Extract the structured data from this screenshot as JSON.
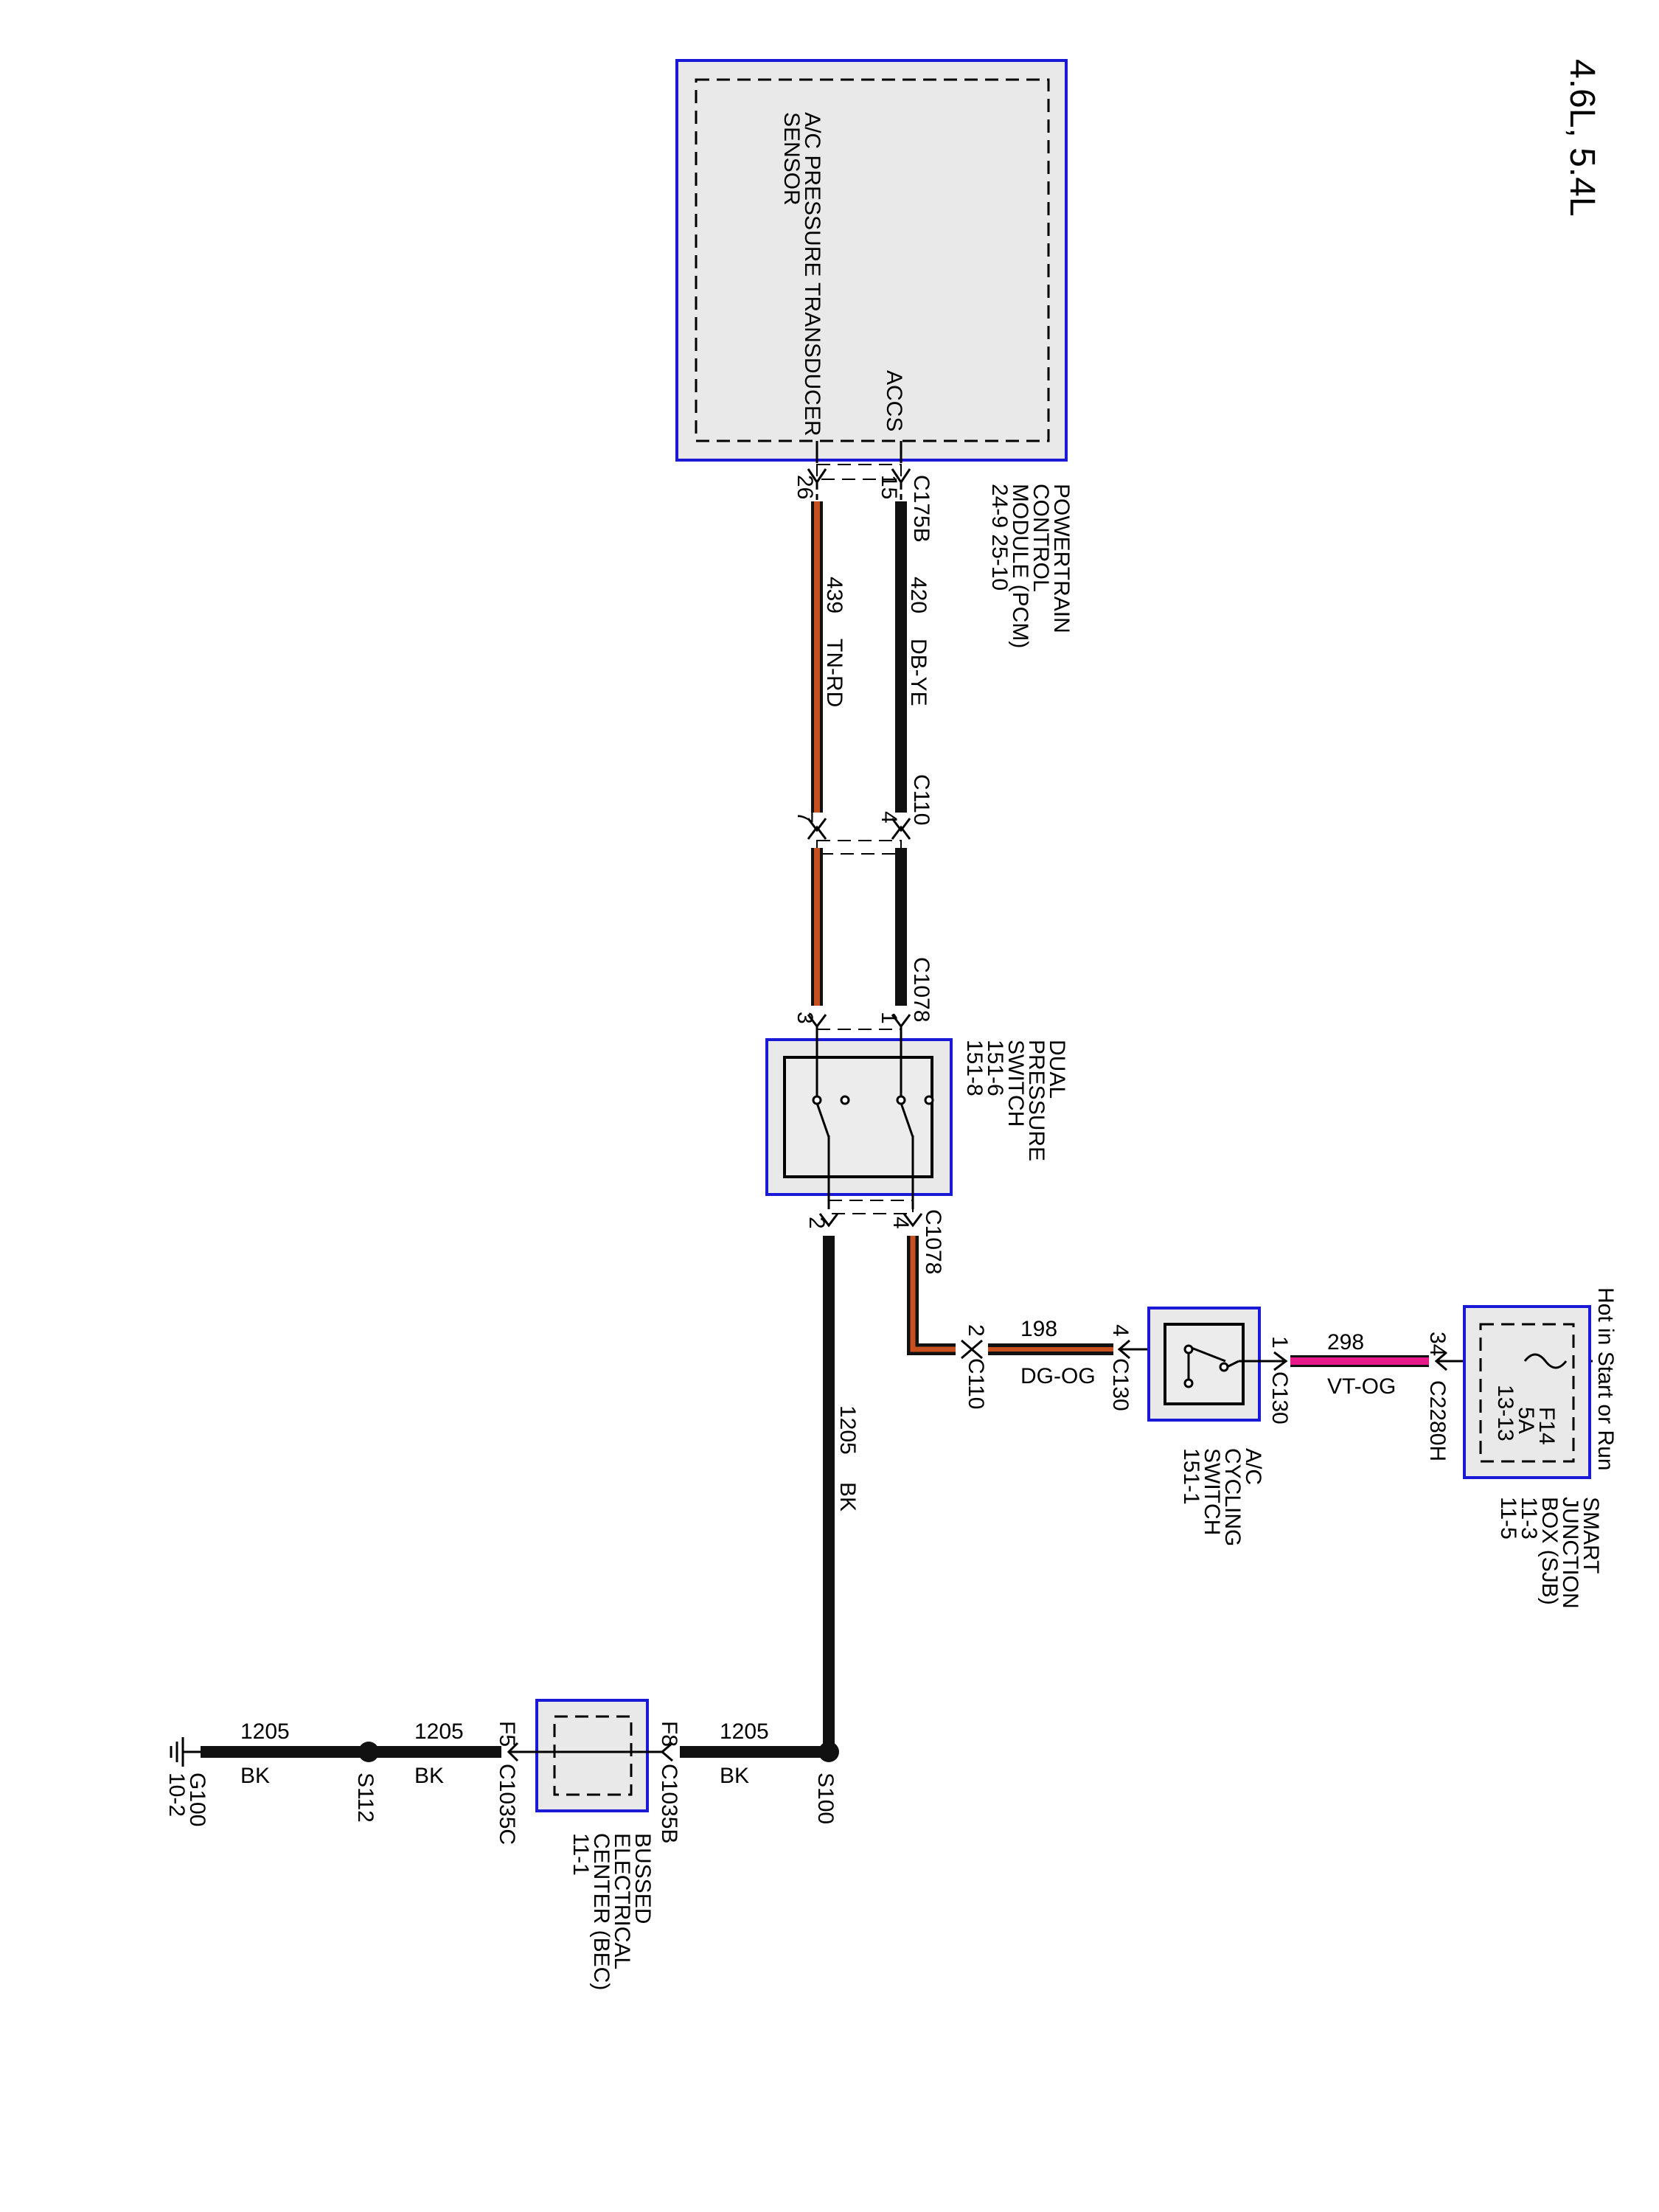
{
  "title": "4.6L, 5.4L",
  "pcm": {
    "name": "POWERTRAIN CONTROL MODULE (PCM)",
    "name_lines": [
      "POWERTRAIN",
      "CONTROL",
      "MODULE (PCM)"
    ],
    "pages": "24-9   25-10",
    "sensor_lines": [
      "A/C PRESSURE TRANSDUCER",
      "SENSOR"
    ],
    "pin_label": "ACCS",
    "connector": "C175B",
    "pin_a": "15",
    "pin_b": "26"
  },
  "wires": {
    "w420": {
      "circuit": "420",
      "color": "DB-YE"
    },
    "w439": {
      "circuit": "439",
      "color": "TN-RD"
    },
    "w198": {
      "circuit": "198",
      "color": "DG-OG"
    },
    "w298": {
      "circuit": "298",
      "color": "VT-OG"
    },
    "w1205_main": {
      "circuit": "1205",
      "color": "BK"
    },
    "w1205_a": {
      "circuit": "1205",
      "color": "BK"
    },
    "w1205_b": {
      "circuit": "1205",
      "color": "BK"
    },
    "w1205_c": {
      "circuit": "1205",
      "color": "BK"
    }
  },
  "c110_top": {
    "name": "C110",
    "pin_a": "4",
    "pin_b": "7"
  },
  "c1078_top": {
    "name": "C1078",
    "pin_a": "1",
    "pin_b": "3"
  },
  "dual_switch": {
    "lines": [
      "DUAL",
      "PRESSURE",
      "SWITCH",
      "151-6",
      "151-8"
    ]
  },
  "c1078_bottom": {
    "name": "C1078",
    "pin_a": "4",
    "pin_b": "2"
  },
  "c110_bottom": {
    "name": "C110",
    "pin": "2"
  },
  "cycling_switch": {
    "lines": [
      "A/C",
      "CYCLING",
      "SWITCH",
      "151-1"
    ],
    "c130_left": "C130",
    "pin_left": "4",
    "c130_right": "C130",
    "pin_right": "1"
  },
  "sjb": {
    "hot_text": "Hot in Start or Run",
    "fuse_lines": [
      "F14",
      "5A",
      "13-13"
    ],
    "connector": "C2280H",
    "pin": "34",
    "name_lines": [
      "SMART",
      "JUNCTION",
      "BOX (SJB)",
      "11-3",
      "11-5"
    ]
  },
  "bec": {
    "name_lines": [
      "BUSSED",
      "ELECTRICAL",
      "CENTER (BEC)",
      "11-1"
    ],
    "right_pin": "F8",
    "right_conn": "C1035B",
    "left_pin": "F5",
    "left_conn": "C1035C"
  },
  "splices": {
    "s100": "S100",
    "s112": "S112"
  },
  "ground": {
    "name": "G100",
    "page": "10-2"
  },
  "colors": {
    "module_border": "#1a1ad6",
    "wire_black": "#111111",
    "wire_tan": "#c7501e",
    "wire_violet": "#e8198b"
  }
}
